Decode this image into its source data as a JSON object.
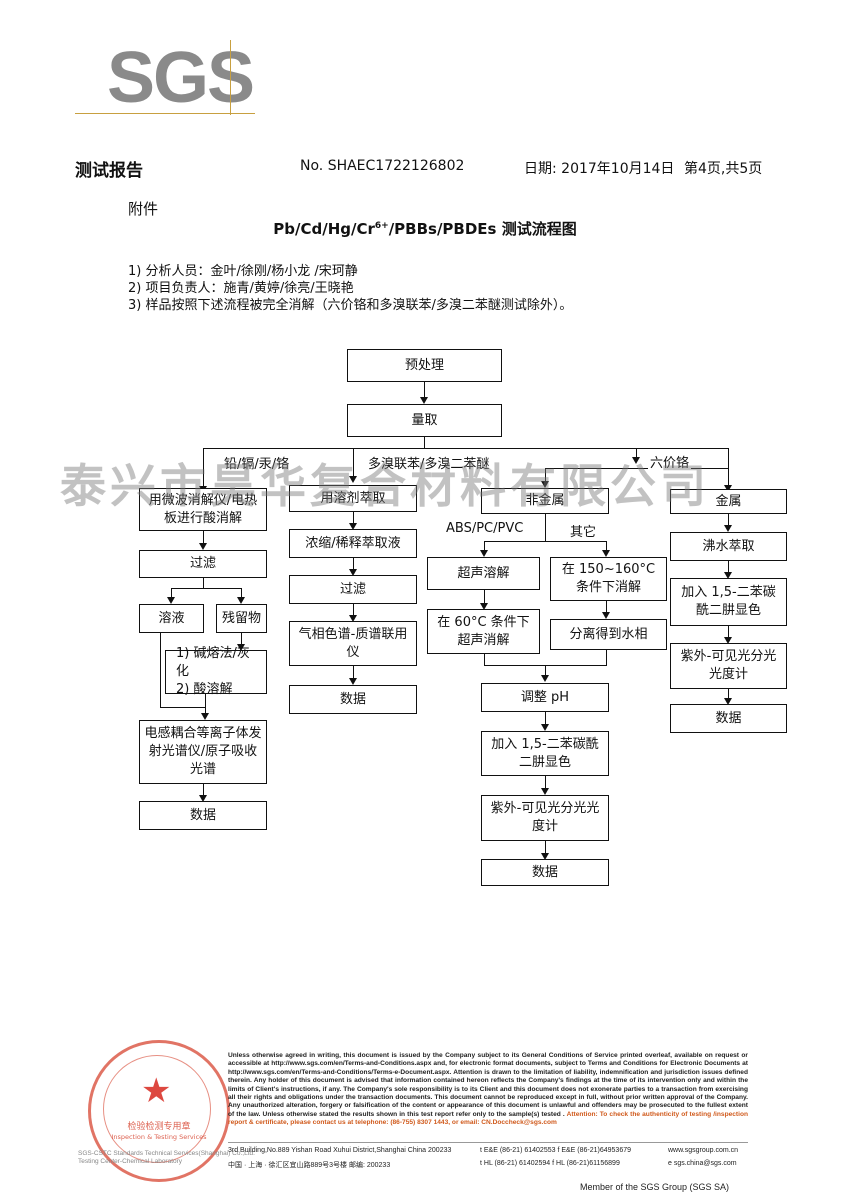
{
  "logo": {
    "text": "SGS"
  },
  "header": {
    "title": "测试报告",
    "report_no": "No. SHAEC1722126802",
    "date": "日期: 2017年10月14日",
    "page": "第4页,共5页"
  },
  "attachment": "附件",
  "flow_title": {
    "prefix": "Pb/Cd/Hg/Cr",
    "sup": "6+",
    "suffix": "/PBBs/PBDEs  测试流程图"
  },
  "info": [
    "1) 分析人员：金叶/徐刚/杨小龙 /宋珂静",
    "2) 项目负责人：施青/黄婷/徐亮/王晓艳",
    "3) 样品按照下述流程被完全消解（六价铬和多溴联苯/多溴二苯醚测试除外）。"
  ],
  "flow": {
    "pre": "预处理",
    "measure": "量取",
    "branch_metals": "铅/镉/汞/铬",
    "branch_pbb": "多溴联苯/多溴二苯醚",
    "branch_cr6": "六价铬",
    "c1": [
      "用微波消解仪/电热板进行酸消解",
      "过滤",
      "溶液",
      "残留物",
      "1) 碱熔法/灰化\n2) 酸溶解",
      "电感耦合等离子体发射光谱仪/原子吸收光谱",
      "数据"
    ],
    "c2": [
      "用溶剂萃取",
      "浓缩/稀释萃取液",
      "过滤",
      "气相色谱-质谱联用仪",
      "数据"
    ],
    "c3": {
      "top": "非金属",
      "left_label": "ABS/PC/PVC",
      "right_label": "其它",
      "l1": "超声溶解",
      "l2": "在 60°C 条件下超声消解",
      "r1": "在 150~160°C 条件下消解",
      "r2": "分离得到水相",
      "m": [
        "调整 pH",
        "加入 1,5-二苯碳酰二肼显色",
        "紫外-可见光分光光度计",
        "数据"
      ]
    },
    "c4": [
      "金属",
      "沸水萃取",
      "加入 1,5-二苯碳酰二肼显色",
      "紫外-可见光分光光度计",
      "数据"
    ]
  },
  "watermark": "泰兴市昊华复合材料有限公司",
  "footer": {
    "disclaimer": "Unless otherwise agreed in writing, this document is issued by the Company subject to its General Conditions of Service printed overleaf, available on request or accessible at http://www.sgs.com/en/Terms-and-Conditions.aspx and, for electronic format documents, subject to Terms and Conditions for Electronic Documents at http://www.sgs.com/en/Terms-and-Conditions/Terms-e-Document.aspx. Attention is drawn to the limitation of liability, indemnification and jurisdiction issues defined therein. Any holder of this document is advised that information contained hereon reflects the Company's findings at the time of its intervention only and within the limits of Client's instructions, if any. The Company's sole responsibility is to its Client and this document does not exonerate parties to a transaction from exercising all their rights and obligations under the transaction documents. This document cannot be reproduced except in full, without prior written approval of the Company. Any unauthorized alteration, forgery or falsification of the content or appearance of this document is unlawful and offenders may be prosecuted to the fullest extent of the law. Unless otherwise stated the results shown in this test report refer only to the sample(s) tested .",
    "attention": "Attention: To check the authenticity of testing /inspection report & certificate, please contact us at telephone: (86-755) 8307 1443, or email: CN.Doccheck@sgs.com",
    "addr_en": "3rd Building,No.889 Yishan Road Xuhui District,Shanghai China    200233",
    "tel_en": "t E&E (86-21) 61402553   f E&E (86-21)64953679",
    "web": "www.sgsgroup.com.cn",
    "addr_cn": "中国 · 上海 · 徐汇区宜山路889号3号楼    邮编: 200233",
    "tel_cn": "t HL (86-21) 61402594   f HL (86-21)61156899",
    "email": "e  sgs.china@sgs.com",
    "member": "Member of the SGS Group (SGS SA)",
    "seal_top": "检验检测专用章",
    "seal_en": "Inspection & Testing Services",
    "seal_lab": "SGS-CSTC Standards Technical Services(Shanghai) Co.,Ltd.\nTesting Center-Chemical Laboratory"
  }
}
